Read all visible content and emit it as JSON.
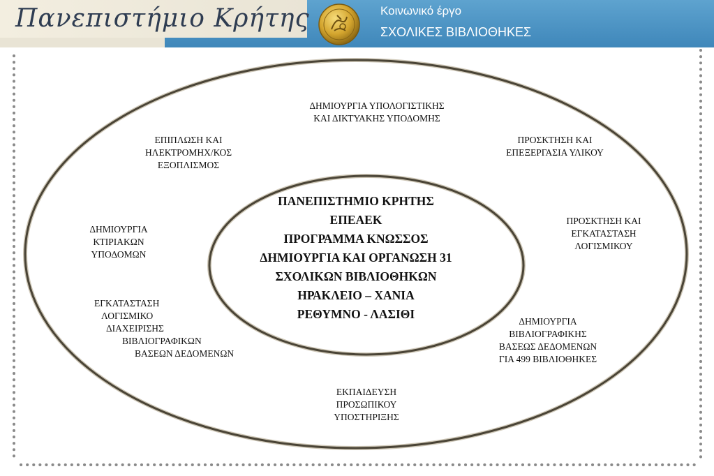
{
  "header": {
    "wordmark": "Πανεπιστήμιο Κρήτης",
    "title_line1": "Κοινωνικό έργο",
    "title_line2": "ΣΧΟΛΙΚΕΣ ΒΙΒΛΙΟΘΗΚΕΣ"
  },
  "center": {
    "lines": [
      "ΠΑΝΕΠΙΣΤΗΜΙΟ ΚΡΗΤΗΣ",
      "ΕΠΕΑΕΚ",
      "ΠΡΟΓΡΑΜΜΑ ΚΝΩΣΣΟΣ",
      "ΔΗΜΙΟΥΡΓΙΑ ΚΑΙ ΟΡΓΑΝΩΣΗ 31",
      "ΣΧΟΛΙΚΩΝ ΒΙΒΛΙΟΘΗΚΩΝ",
      "ΗΡΑΚΛΕΙΟ – ΧΑΝΙΑ",
      "ΡΕΘΥΜΝΟ - ΛΑΣΙΘΙ"
    ]
  },
  "activities": {
    "computing_infra": [
      "ΔΗΜΙΟΥΡΓΙΑ ΥΠΟΛΟΓΙΣΤΙΚΗΣ",
      "ΚΑΙ ΔΙΚΤΥΑΚΗΣ ΥΠΟΔΟΜΗΣ"
    ],
    "furnishing": [
      "ΕΠΙΠΛΩΣΗ ΚΑΙ",
      "ΗΛΕΚΤΡΟΜΗΧ/ΚΟΣ",
      "ΕΞΟΠΛΙΣΜΟΣ"
    ],
    "material_acquisition": [
      "ΠΡΟΣΚΤΗΣΗ ΚΑΙ",
      "ΕΠΕΞΕΡΓΑΣΙΑ ΥΛΙΚΟΥ"
    ],
    "building_infra": [
      "ΔΗΜΙΟΥΡΓΙΑ",
      "ΚΤΙΡΙΑΚΩΝ",
      "ΥΠΟΔΟΜΩΝ"
    ],
    "software_acquisition": [
      "ΠΡΟΣΚΤΗΣΗ ΚΑΙ",
      "ΕΓΚΑΤΑΣΤΑΣΗ",
      "ΛΟΓΙΣΜΙΚΟΥ"
    ],
    "db_software_install": [
      "ΕΓΚΑΤΑΣΤΑΣΗ",
      "ΛΟΓΙΣΜΙΚΟ",
      "ΔΙΑΧΕΙΡΙΣΗΣ",
      "ΒΙΒΛΙΟΓΡΑΦΙΚΩΝ",
      "ΒΑΣΕΩΝ ΔΕΔΟΜΕΝΩΝ"
    ],
    "bibliographic_db": [
      "ΔΗΜΙΟΥΡΓΙΑ",
      "ΒΙΒΛΙΟΓΡΑΦΙΚΗΣ",
      "ΒΑΣΕΩΣ ΔΕΔΟΜΕΝΩΝ",
      "ΓΙΑ 499 ΒΙΒΛΙΟΘΗΚΕΣ"
    ],
    "staff_training": [
      "ΕΚΠΑΙΔΕΥΣΗ",
      "ΠΡΟΣΩΠΙΚΟΥ",
      "ΥΠΟΣΤΗΡΙΞΗΣ"
    ]
  },
  "colors": {
    "header_blue": "#4a93c4",
    "header_cream": "#ece7d8",
    "ring_stroke": "#4a4436",
    "frame_dots": "#8a8a8a"
  }
}
